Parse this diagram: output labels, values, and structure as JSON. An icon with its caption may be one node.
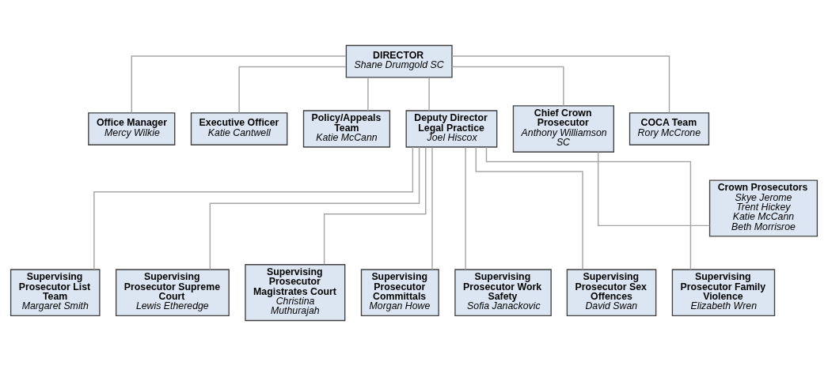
{
  "diagram": {
    "nodes": [
      {
        "text": [
          "DIRECTOR",
          "Shane Drumgold SC"
        ]
      },
      {
        "text": [
          "Office Manager",
          "Mercy Wilkie"
        ]
      },
      {
        "text": [
          "Executive Officer",
          "Katie Cantwell"
        ]
      },
      {
        "text": [
          "Policy/Appeals Team",
          "Katie McCann"
        ]
      },
      {
        "text": [
          "Deputy Director Legal Practice",
          "Joel Hiscox"
        ]
      },
      {
        "text": [
          "Chief Crown Prosecutor",
          "Anthony Williamson SC"
        ]
      },
      {
        "text": [
          "COCA Team",
          "Rory McCrone"
        ]
      },
      {
        "text": [
          "Crown Prosecutors",
          "Skye Jerome",
          "Trent Hickey",
          "Katie McCann",
          "Beth Morrisroe"
        ]
      },
      {
        "text": [
          "Supervising Prosecutor List Team",
          "Margaret Smith"
        ]
      },
      {
        "text": [
          "Supervising Prosecutor Supreme Court",
          "Lewis Etheredge"
        ]
      },
      {
        "text": [
          "Supervising Prosecutor Magistrates Court",
          "Christina Muthurajah"
        ]
      },
      {
        "text": [
          "Supervising Prosecutor Committals",
          "Morgan Howe"
        ]
      },
      {
        "text": [
          "Supervising Prosecutor Work Safety",
          "Sofia Janackovic"
        ]
      },
      {
        "text": [
          "Supervising Prosecutor Sex Offences",
          "David Swan"
        ]
      },
      {
        "text": [
          "Supervising Prosecutor Family Violence",
          "Elizabeth Wren"
        ]
      }
    ],
    "edges": [
      {
        "from": 0,
        "to": 1,
        "arrow": "none"
      },
      {
        "from": 0,
        "to": 2,
        "arrow": "none"
      },
      {
        "from": 0,
        "to": 3,
        "arrow": "none"
      },
      {
        "from": 0,
        "to": 4,
        "arrow": "none"
      },
      {
        "from": 0,
        "to": 5,
        "arrow": "none"
      },
      {
        "from": 0,
        "to": 6,
        "arrow": "none"
      },
      {
        "from": 5,
        "to": 7,
        "arrow": "none"
      },
      {
        "from": 4,
        "to": 8,
        "arrow": "none"
      },
      {
        "from": 4,
        "to": 9,
        "arrow": "none"
      },
      {
        "from": 4,
        "to": 10,
        "arrow": "none"
      },
      {
        "from": 4,
        "to": 11,
        "arrow": "none"
      },
      {
        "from": 4,
        "to": 12,
        "arrow": "none"
      },
      {
        "from": 4,
        "to": 13,
        "arrow": "none"
      },
      {
        "from": 4,
        "to": 14,
        "arrow": "none"
      }
    ]
  }
}
